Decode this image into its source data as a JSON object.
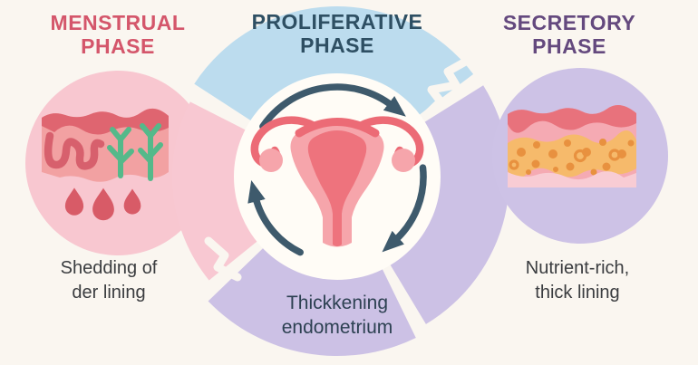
{
  "page": {
    "title": "Menstrual cycle phases infographic",
    "background": "#faf6f0"
  },
  "phases": [
    {
      "name": "Menstrual Phase",
      "title_lines": [
        "MENSTRUAL",
        "PHASE"
      ],
      "title_color": "#d4566b",
      "caption_lines": [
        "Shedding of",
        "der lining"
      ],
      "illustration": "uterine-lining-shedding-with-blood-drops"
    },
    {
      "name": "Proliferative Phase",
      "title_lines": [
        "PROLIFERATIVE",
        "PHASE"
      ],
      "title_color": "#2e4f63",
      "caption_lines": [
        "Thickkening",
        "endometrium"
      ],
      "illustration": "uterus-with-clockwise-cycle-arrows"
    },
    {
      "name": "Secretory Phase",
      "title_lines": [
        "SECRETORY",
        "PHASE"
      ],
      "title_color": "#64497e",
      "caption_lines": [
        "Nutrient-rich,",
        "thick lining"
      ],
      "illustration": "nutrient-rich-thick-lining-layers"
    }
  ],
  "colors": {
    "background": "#faf6f0",
    "menstrual_accent": "#d4566b",
    "proliferative_accent": "#2e4f63",
    "secretory_accent": "#64497e",
    "ring_pink": "#f8c8d2",
    "ring_blue": "#bcdcee",
    "ring_lavender": "#ccc1e5",
    "inner_circle": "#fffcf6",
    "arrow_slate": "#3e5a6c",
    "caption_text": "#3a3c3f",
    "uterus_coral": "#ec6b76",
    "uterus_body_pink": "#f6a5ab",
    "uterus_cavity": "#ee737d",
    "left_circle_pink": "#f8c7d0",
    "lining_salmon": "#f2a1a2",
    "lining_top_stripe": "#df6570",
    "vessel_squiggle": "#d7606d",
    "gland_green": "#55b98a",
    "blood_drop": "#d85b67",
    "right_circle_lavender": "#cdc2e6",
    "layer_red": "#e8727c",
    "layer_pink": "#f5aab3",
    "layer_orange": "#f6ba6b",
    "layer_dot_orange": "#e8913f",
    "layer_light_pink": "#f8ccd4"
  }
}
